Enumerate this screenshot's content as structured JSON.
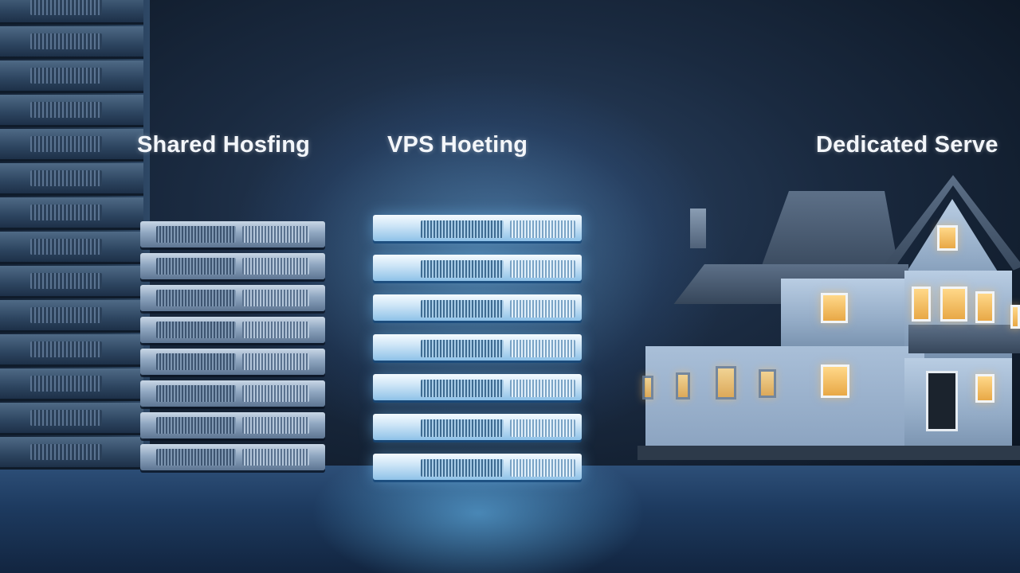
{
  "labels": {
    "shared": "Shared Hosfing",
    "vps": "VPS Hoeting",
    "dedicated": "Dedicated Serve"
  },
  "colors": {
    "background": "#1a2a40",
    "glow": "#78c8ff",
    "label_text": "#f3f6fa",
    "window_light": "#ffd889"
  }
}
